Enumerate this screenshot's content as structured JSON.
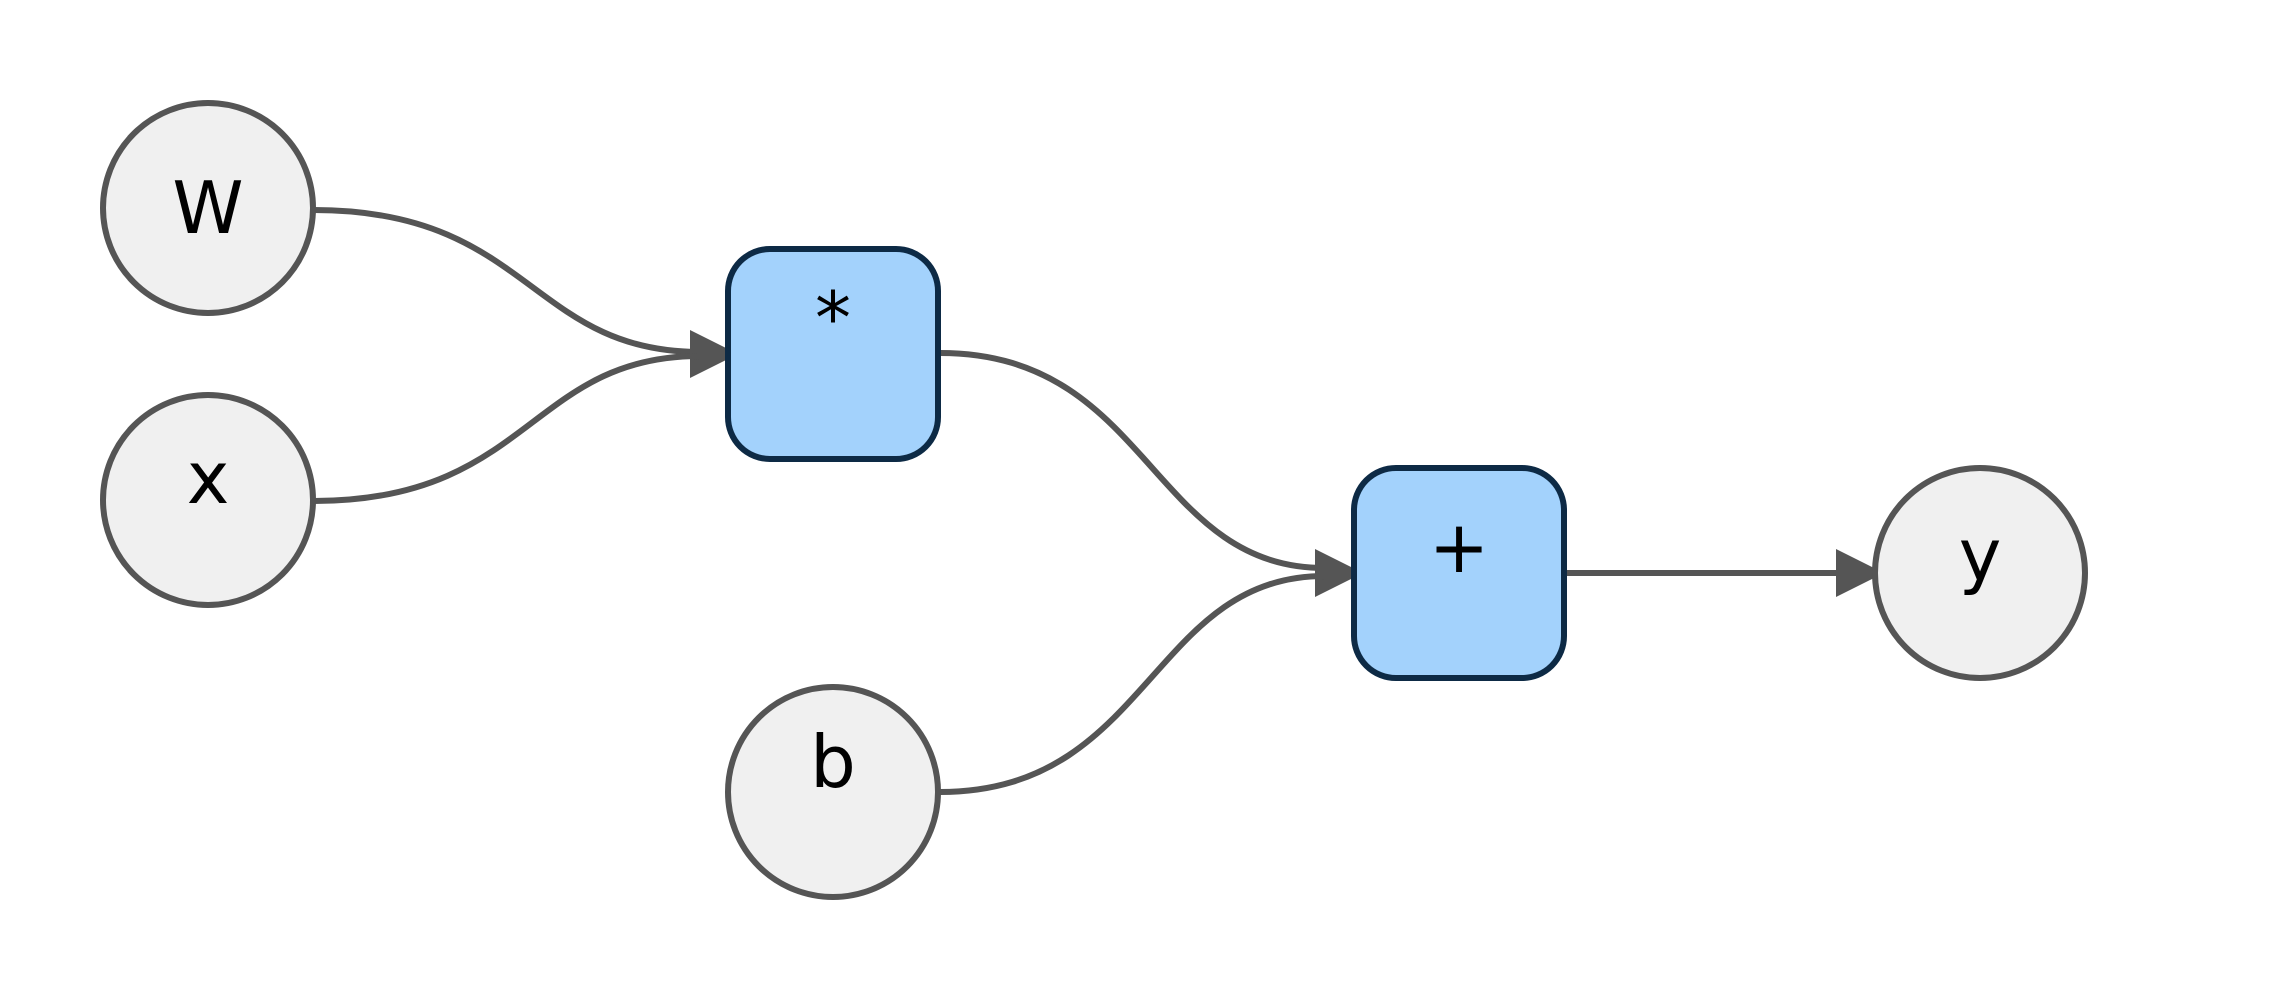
{
  "diagram": {
    "variables": [
      {
        "id": "W",
        "label": "W"
      },
      {
        "id": "x",
        "label": "x"
      },
      {
        "id": "b",
        "label": "b"
      },
      {
        "id": "y",
        "label": "y"
      }
    ],
    "operations": [
      {
        "id": "mul",
        "label": "*"
      },
      {
        "id": "add",
        "label": "+"
      }
    ],
    "edges": [
      {
        "from": "W",
        "to": "mul"
      },
      {
        "from": "x",
        "to": "mul"
      },
      {
        "from": "mul",
        "to": "add"
      },
      {
        "from": "b",
        "to": "add"
      },
      {
        "from": "add",
        "to": "y"
      }
    ],
    "colors": {
      "variable_fill": "#f0f0f0",
      "variable_stroke": "#555555",
      "operation_fill": "#a3d2fc",
      "operation_stroke": "#0d2a45",
      "edge": "#555555"
    }
  }
}
